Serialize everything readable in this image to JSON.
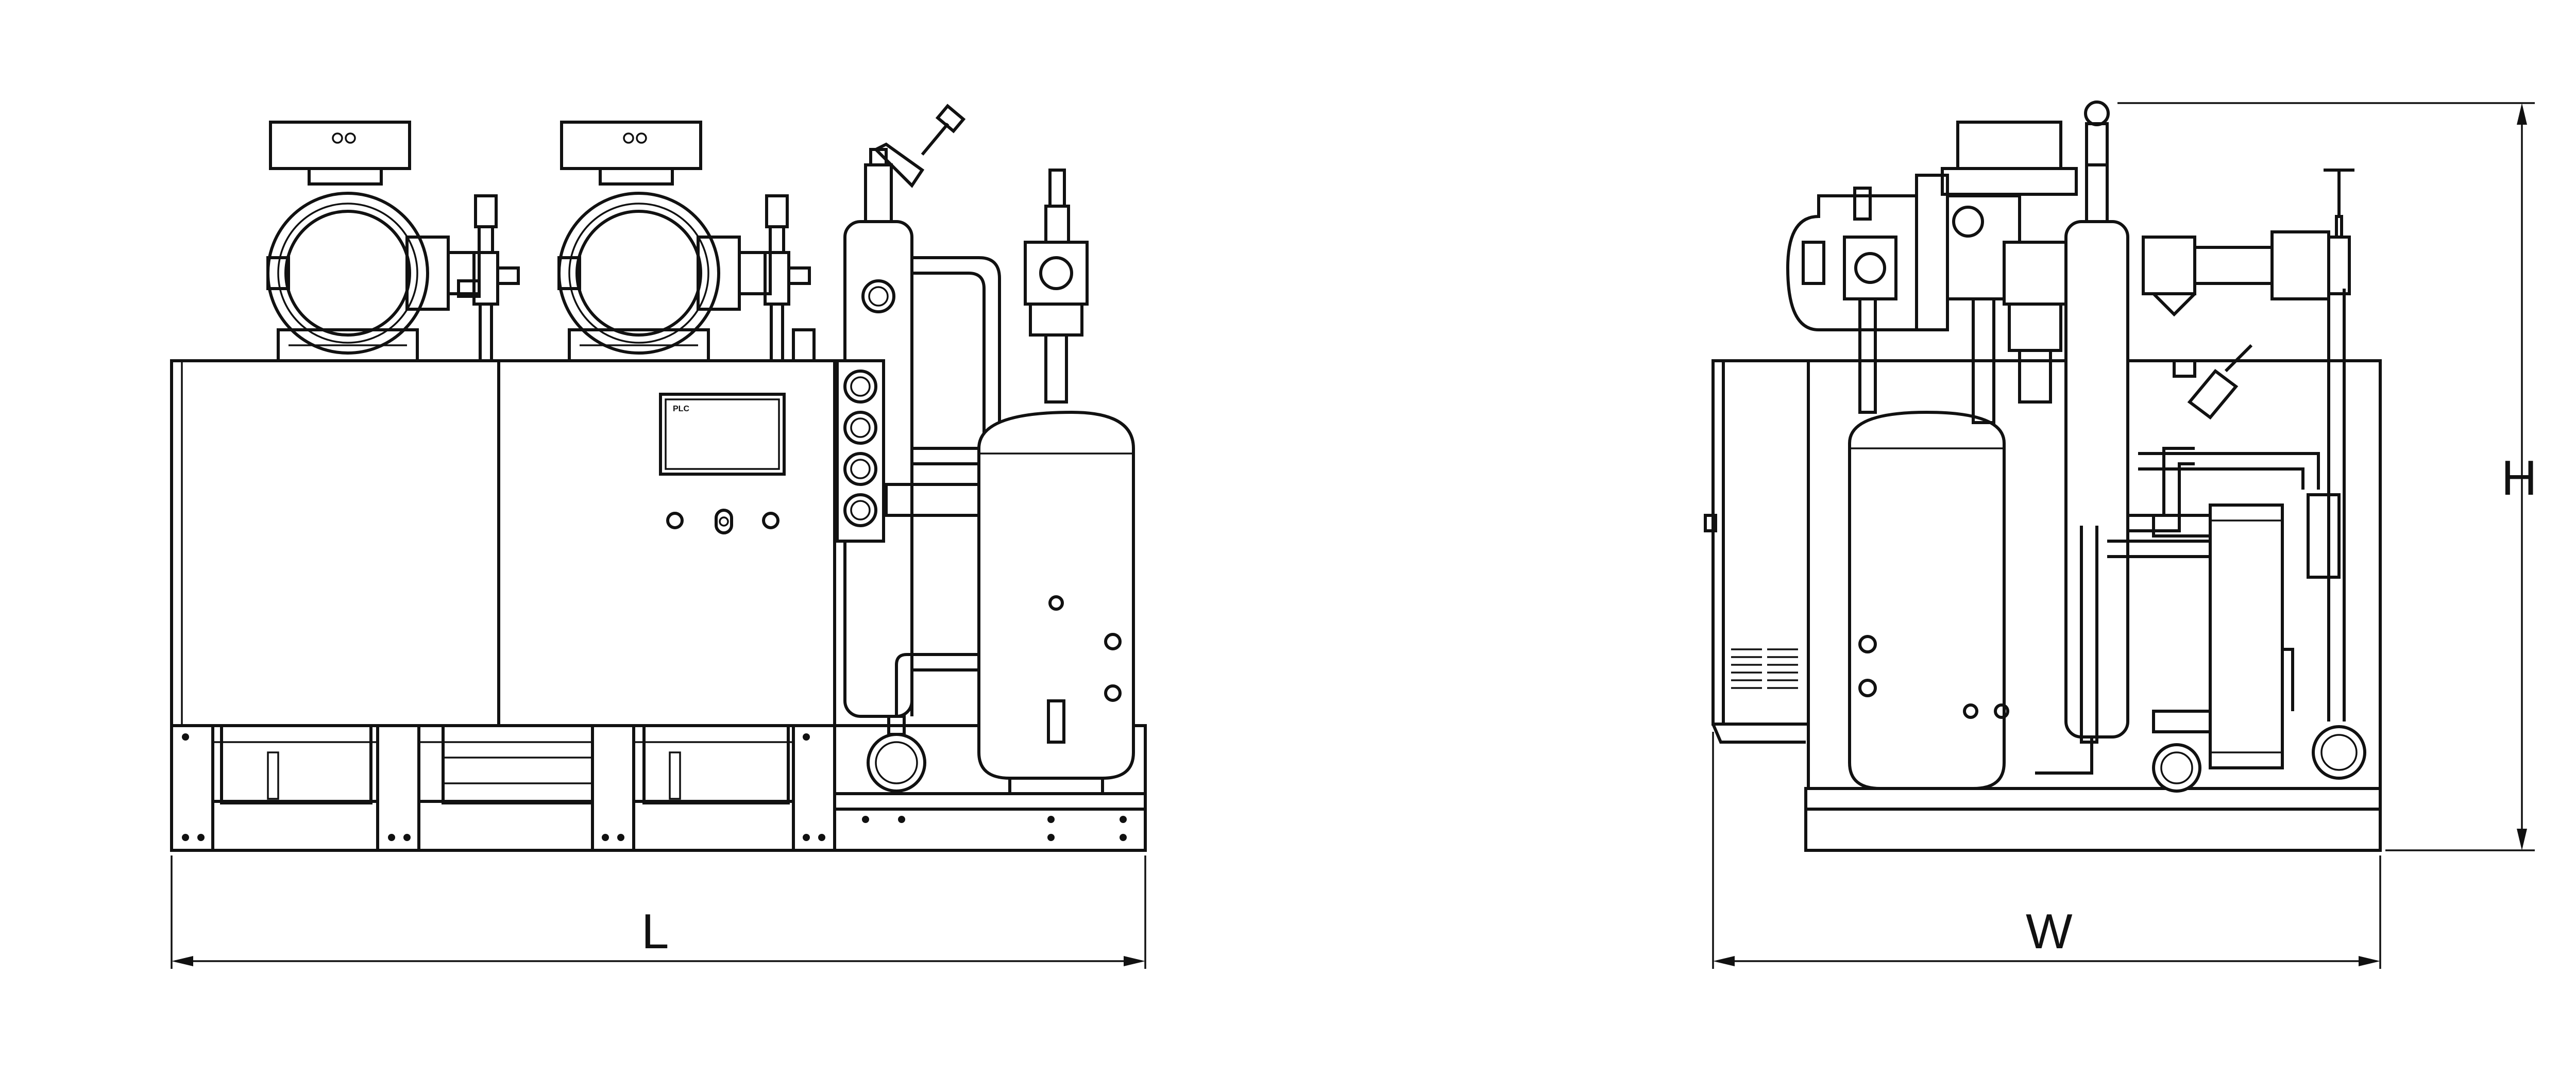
{
  "dimensions": {
    "length_label": "L",
    "width_label": "W",
    "height_label": "H"
  },
  "panel": {
    "plc_label": "PLC"
  }
}
